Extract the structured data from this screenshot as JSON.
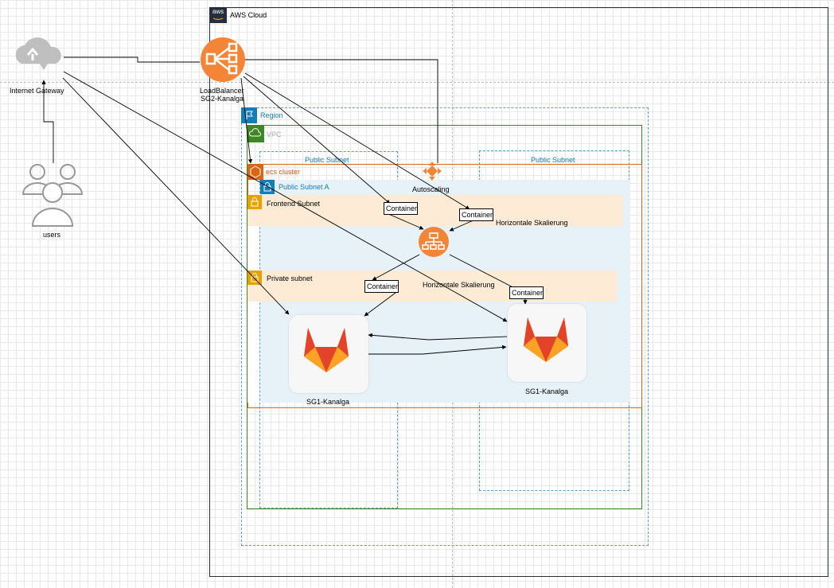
{
  "aws_cloud": {
    "label": "AWS Cloud",
    "badge": "aws"
  },
  "internet_gateway": {
    "label": "Internet Gateway",
    "icon": "cloud-gateway-icon"
  },
  "users": {
    "label": "users",
    "icon": "users-icon"
  },
  "load_balancer": {
    "label_line1": "LoadBalancer",
    "label_line2": "SG2-Kanalga",
    "icon": "load-balancer-icon",
    "color": "#F58536"
  },
  "region": {
    "label": "Region",
    "color": "#147EBA"
  },
  "vpc": {
    "label": "VPC",
    "color": "#3F8624"
  },
  "public_subnet_left": {
    "label": "Public Subnet"
  },
  "public_subnet_right": {
    "label": "Public Subnet"
  },
  "autoscaling": {
    "label": "Autoscaling",
    "icon": "autoscaling-icon"
  },
  "ecs_cluster": {
    "label": "ecs cluster",
    "color": "#D05C17"
  },
  "public_subnet_a": {
    "label": "Public Subnet A"
  },
  "frontend_subnet": {
    "label": "Frontend Subnet"
  },
  "private_subnet": {
    "label": "Private subnet"
  },
  "containers": {
    "c1": "Container",
    "c2": "Container",
    "c3": "Container",
    "c4": "Container"
  },
  "scaling_labels": {
    "top": "Horizontale Skalierung",
    "bottom": "Horizontale Skalierung"
  },
  "app_balancer": {
    "icon": "application-load-balancer-icon"
  },
  "gitlab_left": {
    "label": "SG1-Kanalga",
    "icon": "gitlab-icon"
  },
  "gitlab_right": {
    "label": "SG1-Kanalga",
    "icon": "gitlab-icon"
  }
}
